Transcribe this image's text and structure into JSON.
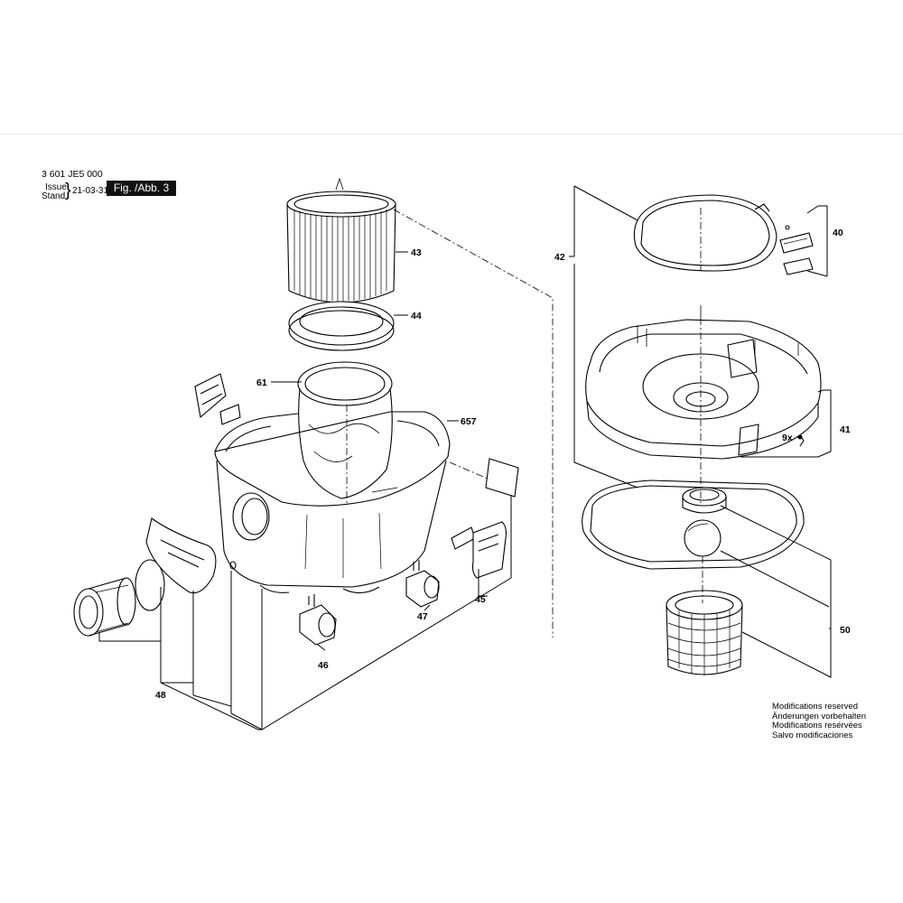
{
  "header": {
    "part_number": "3 601 JE5 000",
    "issue_label": "Issue",
    "stand_label": "Stand",
    "date": "21-03-31",
    "figure_label": "Fig. /Abb. 3"
  },
  "callouts": {
    "p43": "43",
    "p44": "44",
    "p61": "61",
    "p657": "657",
    "p45": "45",
    "p46": "46",
    "p47": "47",
    "p48": "48",
    "p42": "42",
    "p40": "40",
    "p41": "41",
    "p9x": "9x",
    "p50": "50"
  },
  "notes": [
    "Modifications reserved",
    "Änderungen vorbehalten",
    "Modifications resérvées",
    "Salvo modificaciones"
  ]
}
